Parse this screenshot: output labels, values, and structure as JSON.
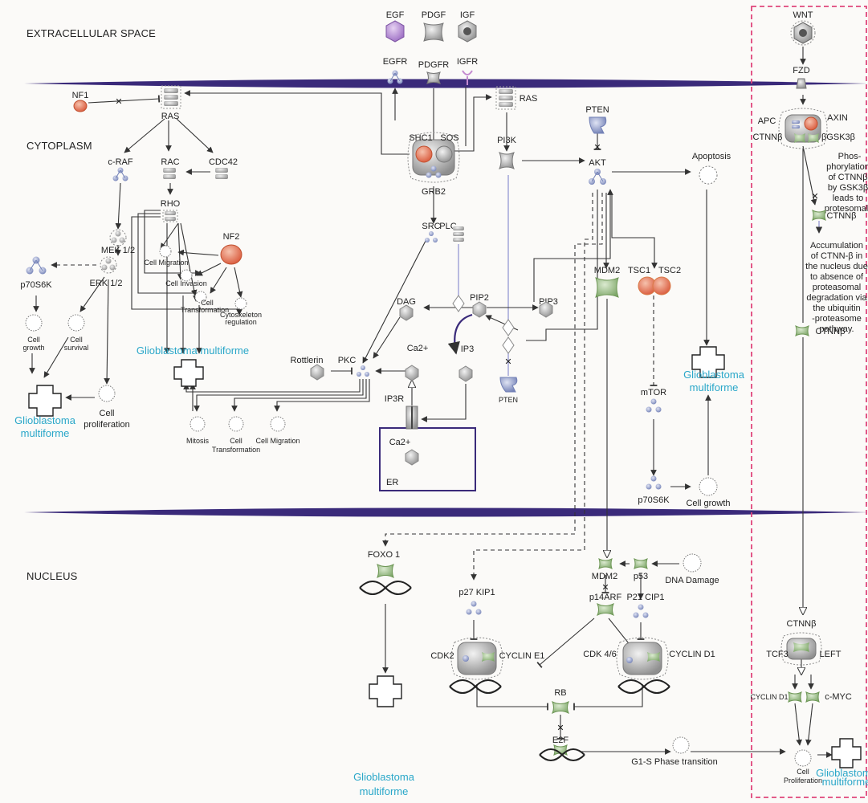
{
  "regions": {
    "extracellular": "EXTRACELLULAR SPACE",
    "cytoplasm": "CYTOPLASM",
    "nucleus": "NUCLEUS"
  },
  "colors": {
    "membrane": "#3a2a7a",
    "outcome_text": "#2aa7c9",
    "wnt_box": "#e0457b",
    "ligand_purple": "#b78fd6",
    "tumor_orange": "#e88a6a",
    "tsc_orange": "#f4a273",
    "green_protein": "#9bbd88",
    "kinase_blue": "#8c96c6",
    "gray_node": "#bdbdbd"
  },
  "nodes": {
    "egf": "EGF",
    "pdgf": "PDGF",
    "igf": "IGF",
    "wnt": "WNT",
    "egfr": "EGFR",
    "pdgfr": "PDGFR",
    "igfr": "IGFR",
    "fzd": "FZD",
    "nf1": "NF1",
    "ras_left": "RAS",
    "ras_right": "RAS",
    "shc1": "SHC1",
    "sos": "SOS",
    "grb2": "GRB2",
    "pten_top": "PTEN",
    "pi3k": "PI3K",
    "akt": "AKT",
    "apoptosis": "Apoptosis",
    "craf": "c-RAF",
    "rac": "RAC",
    "cdc42": "CDC42",
    "rho": "RHO",
    "mek": "MEK 1/2",
    "erk": "ERK 1/2",
    "p70s6k_left": "p70S6K",
    "nf2": "NF2",
    "src": "SRC",
    "plc": "PLC",
    "dag": "DAG",
    "pip2": "PIP2",
    "pip3": "PIP3",
    "pten_bottom": "PTEN",
    "rottlerin": "Rottlerin",
    "pkc": "PKC",
    "ca_cyto": "Ca2+",
    "ip3": "IP3",
    "ip3r": "IP3R",
    "ca_er": "Ca2+",
    "er": "ER",
    "mdm2_cyto": "MDM2",
    "tsc1": "TSC1",
    "tsc2": "TSC2",
    "mtor": "mTOR",
    "p70s6k_right": "p70S6K",
    "apc": "APC",
    "axin": "AXIN",
    "ctnnb_complex": "CTNNβ",
    "gsk3b": "βGSK3β",
    "ctnnb_mid": "CTNNβ",
    "ctnnb_low": "CTNNβ",
    "ctnnb_nuc": "CTNNβ",
    "tcf3": "TCF3",
    "left": "LEFT",
    "cyclin_d1_wnt": "CYCLIN D1",
    "cmyc": "c-MYC",
    "foxo1": "FOXO 1",
    "p27": "p27  KIP1",
    "mdm2_nuc": "MDM2",
    "p53": "p53",
    "dna_damage": "DNA Damage",
    "p14arf": "p14ARF",
    "p21": "P21 CIP1",
    "cdk2": "CDK2",
    "cyclin_e1": "CYCLIN E1",
    "cdk46": "CDK 4/6",
    "cyclin_d1": "CYCLIN D1",
    "rb": "RB",
    "e2f": "E2F"
  },
  "processes": {
    "cell_migration_1": "Cell Migration",
    "cell_invasion": "Cell Invasion",
    "cell_transformation_1a": "Cell",
    "cell_transformation_1b": "Transformation",
    "cytoskeleton_a": "Cytoskeleton",
    "cytoskeleton_b": "regulation",
    "cell_growth_left_a": "Cell",
    "cell_growth_left_b": "growth",
    "cell_survival_a": "Cell",
    "cell_survival_b": "survival",
    "cell_prolif_a": "Cell",
    "cell_prolif_b": "proliferation",
    "mitosis": "Mitosis",
    "cell_transformation_2a": "Cell",
    "cell_transformation_2b": "Transformation",
    "cell_migration_2": "Cell Migration",
    "cell_growth_right": "Cell growth",
    "g1s": "G1-S Phase transition",
    "cell_prolif_wnt_a": "Cell",
    "cell_prolif_wnt_b": "Proliferation"
  },
  "outcomes": {
    "gbm_left_a": "Glioblastoma",
    "gbm_left_b": "multiforme",
    "gbm_center": "Glioblastoma multiforme",
    "gbm_right_a": "Glioblastoma",
    "gbm_right_b": "multiforme",
    "gbm_bottom_a": "Glioblastoma",
    "gbm_bottom_b": "multiforme",
    "gbm_wnt_a": "Glioblastoma",
    "gbm_wnt_b": "multiforme"
  },
  "wnt_note": [
    "Phos-",
    "phorylation",
    "of CTNNβ",
    "by GSK3β",
    "leads to",
    "protesomal"
  ],
  "accumulation_note": [
    "Accumulation",
    "of CTNN-β in",
    "the nucleus due",
    "to absence of",
    "proteasomal",
    "degradation via",
    "the ubiquitin",
    "-proteasome",
    "pathway."
  ]
}
